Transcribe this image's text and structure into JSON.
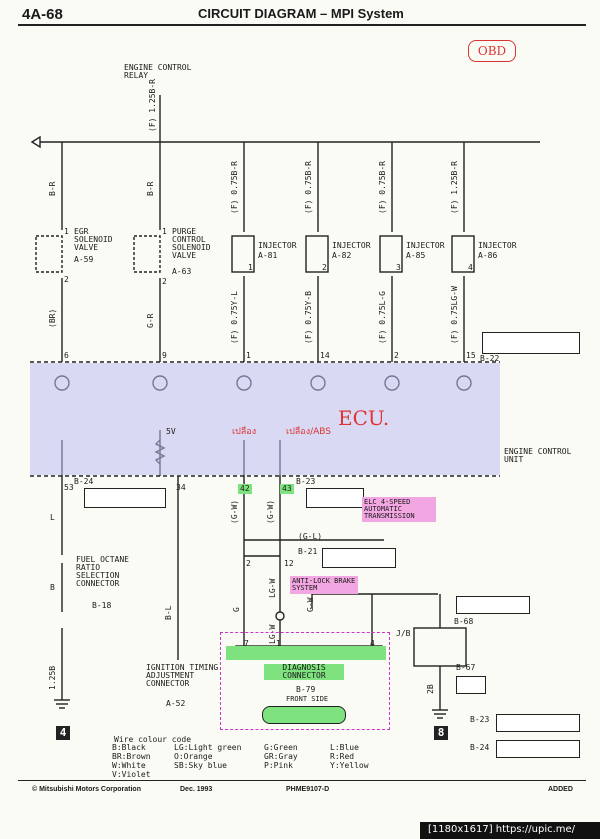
{
  "header": {
    "page_number": "4A-68",
    "title": "CIRCUIT DIAGRAM – MPI System",
    "obd_note": "OBD"
  },
  "top": {
    "relay_label": "ENGINE CONTROL RELAY",
    "relay_wire": "(F) 1.25B-R"
  },
  "components": {
    "egr": {
      "name": "EGR SOLENOID VALVE",
      "code": "A-59",
      "wire_top": "B-R",
      "wire_bottom": "(BR)",
      "pin_top": "1",
      "pin_bottom": "2",
      "ecu_pin": "6"
    },
    "purge": {
      "name": "PURGE CONTROL SOLENOID VALVE",
      "code": "A-63",
      "wire_top": "B-R",
      "wire_bottom": "G-R",
      "pin_top": "1",
      "pin_bottom": "2",
      "ecu_pin": "9"
    },
    "inj1": {
      "name": "INJECTOR",
      "code": "A-81",
      "wire_top": "(F) 0.75B-R",
      "wire_bottom": "(F) 0.75Y-L",
      "pin": "1",
      "ecu_pin": "1"
    },
    "inj2": {
      "name": "INJECTOR",
      "code": "A-82",
      "wire_top": "(F) 0.75B-R",
      "wire_bottom": "(F) 0.75Y-B",
      "pin": "2",
      "ecu_pin": "14"
    },
    "inj3": {
      "name": "INJECTOR",
      "code": "A-85",
      "wire_top": "(F) 0.75B-R",
      "wire_bottom": "(F) 0.75L-G",
      "pin": "3",
      "ecu_pin": "2"
    },
    "inj4": {
      "name": "INJECTOR",
      "code": "A-86",
      "wire_top": "(F) 1.25B-R",
      "wire_bottom": "(F) 0.75LG-W",
      "pin": "4",
      "ecu_pin": "15"
    }
  },
  "ecu": {
    "label": "ENGINE CONTROL UNIT",
    "handwritten_main": "ECU.",
    "handwritten_note1": "เปลือง",
    "handwritten_note2": "เปลือง/ABS",
    "voltage": "5V",
    "connector_top": "B-22",
    "connector_bottom_left": "B-24",
    "connector_bottom_right": "B-23",
    "pins_bottom": [
      "53",
      "34",
      "42",
      "43"
    ]
  },
  "lower": {
    "fuel_connector": "FUEL OCTANE RATIO SELECTION CONNECTOR",
    "fuel_code": "B-18",
    "wire_l": "L",
    "wire_b": "B",
    "wire_125b": "1.25B",
    "ignition_connector": "IGNITION TIMING ADJUSTMENT CONNECTOR",
    "ignition_code": "A-52",
    "wire_bl": "B-L",
    "wire_gw": "(G-W)",
    "wire_gl": "(G-L)",
    "wire_g": "G",
    "wire_lgw": "LG-W",
    "wire_gw2": "G-W",
    "wire_gw3": "LG-W",
    "connector_b21": "B-21",
    "pin12": "12",
    "pin2": "2",
    "elc_label": "ELC 4-SPEED AUTOMATIC TRANSMISSION",
    "abs_label": "ANTI-LOCK BRAKE SYSTEM",
    "diag_label": "DIAGNOSIS CONNECTOR",
    "diag_code": "B-79",
    "front_side": "FRONT SIDE",
    "diag_pins": [
      "7",
      "1",
      "4"
    ],
    "jb_label": "J/B",
    "jb_code": "B-68",
    "jb_code2": "B-67",
    "wire_2b": "2B",
    "b23_small": "B-23",
    "b24_small": "B-24",
    "ground_left": "4",
    "ground_right": "8"
  },
  "legend": {
    "title": "Wire colour code",
    "items": [
      "B:Black",
      "LG:Light green",
      "G:Green",
      "L:Blue",
      "BR:Brown",
      "O:Orange",
      "GR:Gray",
      "R:Red",
      "W:White",
      "SB:Sky blue",
      "P:Pink",
      "Y:Yellow",
      "V:Violet"
    ]
  },
  "footer": {
    "company": "© Mitsubishi Motors Corporation",
    "date": "Dec. 1993",
    "code": "PHME9107-D",
    "status": "ADDED",
    "watermark": "[1180x1617] https://upic.me/"
  }
}
